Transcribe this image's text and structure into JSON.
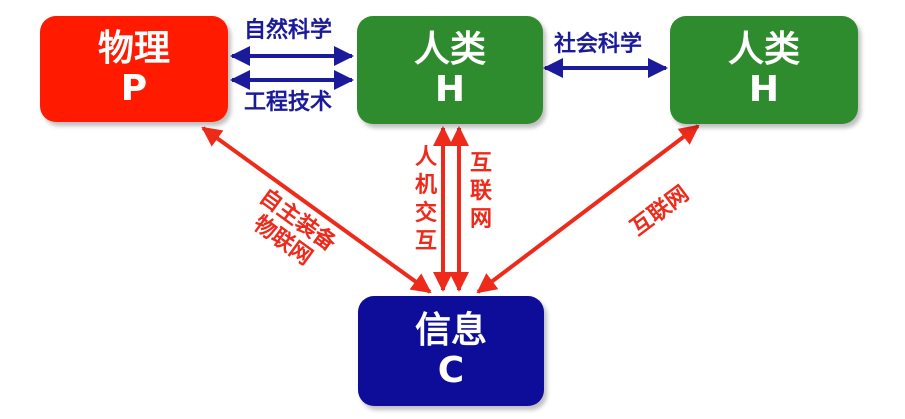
{
  "colors": {
    "physical": "#ff1a00",
    "human": "#2e8b2e",
    "info": "#0d0d99",
    "blue_arrow": "#1a1a9a",
    "red_arrow": "#ee2a1b"
  },
  "nodes": {
    "physical": {
      "name": "物理",
      "letter": "P"
    },
    "human_left": {
      "name": "人类",
      "letter": "H"
    },
    "human_right": {
      "name": "人类",
      "letter": "H"
    },
    "info": {
      "name": "信息",
      "letter": "C"
    }
  },
  "edges": {
    "natural_science": "自然科学",
    "engineering": "工程技术",
    "social_science": "社会科学",
    "autonomous_equipment": "自主装备",
    "iot": "物联网",
    "hci": "人机交互",
    "internet_center": "互联网",
    "internet_right": "互联网"
  }
}
